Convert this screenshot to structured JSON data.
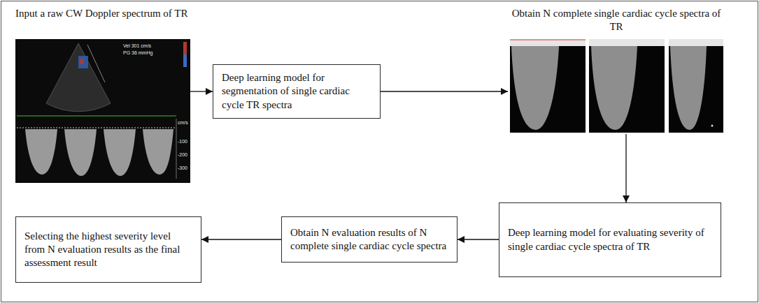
{
  "diagram": {
    "nodes": [
      {
        "text": [
          "Input a raw CW Doppler spectrum of TR"
        ]
      },
      {
        "text": [
          "Deep learning model for segmentation of single cardiac cycle TR spectra"
        ]
      },
      {
        "text": [
          "Obtain N complete single cardiac cycle spectra of TR"
        ]
      },
      {
        "text": [
          "Deep learning model for evaluating severity of single cardiac cycle spectra of TR"
        ]
      },
      {
        "text": [
          "Obtain N evaluation results of N complete single cardiac cycle spectra"
        ]
      },
      {
        "text": [
          "Selecting the highest severity level from N evaluation results as the final assessment result"
        ]
      }
    ],
    "edges": [
      {
        "from": 0,
        "to": 1,
        "arrow": "to"
      },
      {
        "from": 1,
        "to": 2,
        "arrow": "to"
      },
      {
        "from": 2,
        "to": 3,
        "arrow": "to"
      },
      {
        "from": 3,
        "to": 4,
        "arrow": "to"
      },
      {
        "from": 4,
        "to": 5,
        "arrow": "to"
      }
    ],
    "labels": [
      "Vel 301 cm/s",
      "PG 36 mmHg",
      "cm/s",
      "-100",
      "-200",
      "-300"
    ]
  }
}
